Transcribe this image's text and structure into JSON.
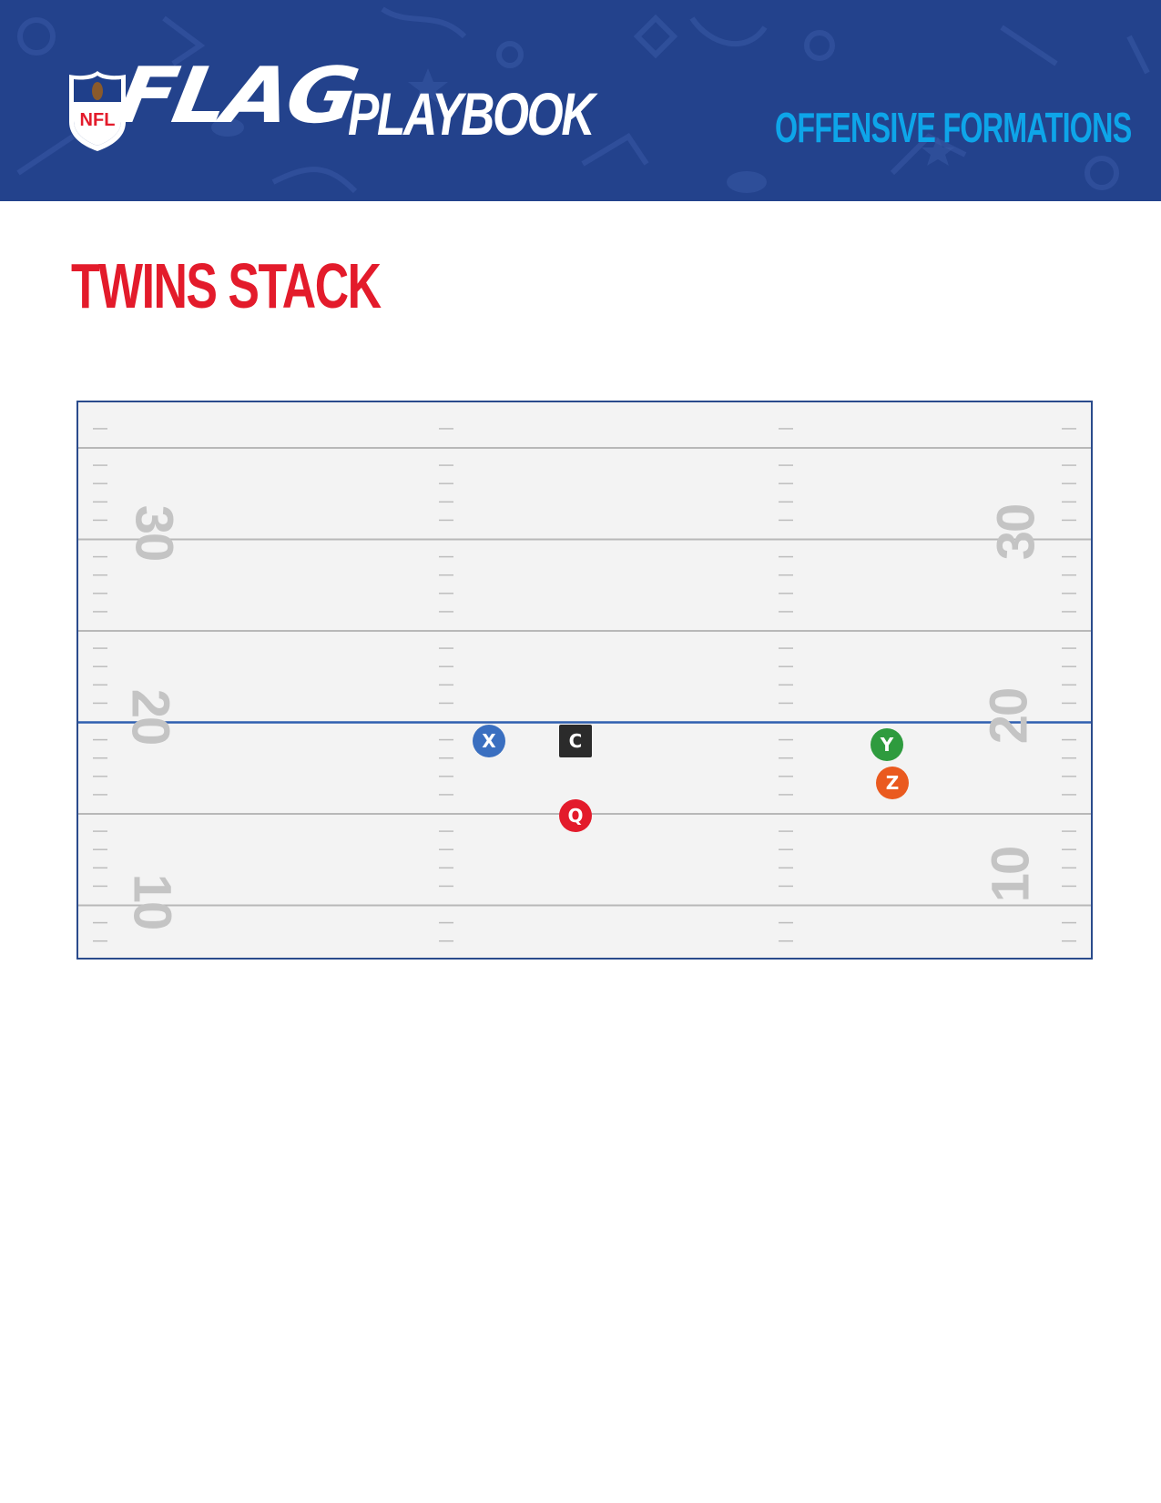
{
  "header": {
    "brand_logo": "NFL",
    "brand_flag": "FLAG",
    "brand_playbook": "PLAYBOOK",
    "section": "OFFENSIVE FORMATIONS",
    "colors": {
      "banner": "#23428c",
      "section_text": "#0ea5e9",
      "logo_red": "#e31b2b"
    }
  },
  "formation": {
    "title": "TWINS STACK",
    "title_color": "#e31b2b"
  },
  "field": {
    "yard_numbers": [
      {
        "value": "30",
        "side": "left"
      },
      {
        "value": "30",
        "side": "right"
      },
      {
        "value": "20",
        "side": "left"
      },
      {
        "value": "20",
        "side": "right"
      },
      {
        "value": "10",
        "side": "left"
      },
      {
        "value": "10",
        "side": "right"
      }
    ],
    "line_of_scrimmage_color": "#2f5fb0"
  },
  "players": [
    {
      "label": "X",
      "color": "#3a6fc0"
    },
    {
      "label": "C",
      "color": "#2b2b2b"
    },
    {
      "label": "Q",
      "color": "#e31b2b"
    },
    {
      "label": "Y",
      "color": "#2e9b3e"
    },
    {
      "label": "Z",
      "color": "#ea5a1f"
    }
  ]
}
